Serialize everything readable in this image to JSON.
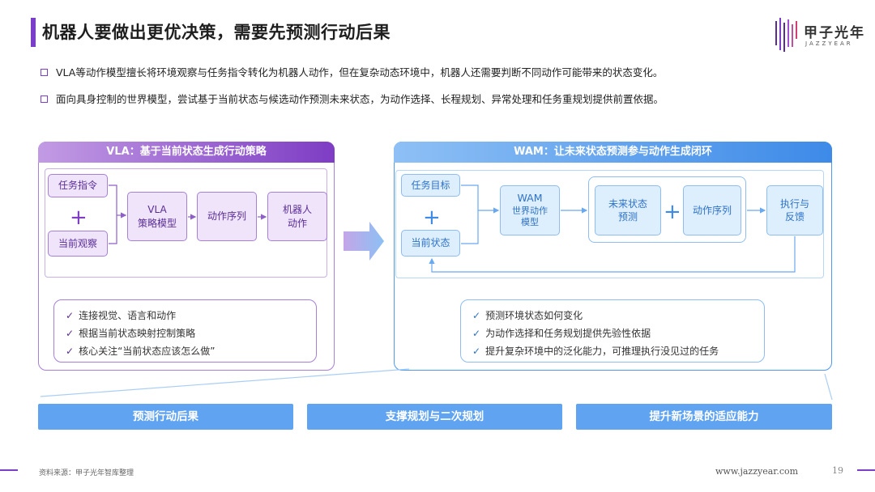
{
  "title": "机器人要做出更优决策，需要先预测行动后果",
  "logo": {
    "name": "甲子光年",
    "sub": "JAZZYEAR"
  },
  "bullets": [
    "VLA等动作模型擅长将环境观察与任务指令转化为机器人动作，但在复杂动态环境中，机器人还需要判断不同动作可能带来的状态变化。",
    "面向具身控制的世界模型，尝试基于当前状态与候选动作预测未来状态，为动作选择、长程规划、异常处理和任务重规划提供前置依据。"
  ],
  "vla": {
    "header": "VLA：基于当前状态生成行动策略",
    "task_instruction": "任务指令",
    "current_observation": "当前观察",
    "plus": "+",
    "model_line1": "VLA",
    "model_line2": "策略模型",
    "action_sequence": "动作序列",
    "robot_line1": "机器人",
    "robot_line2": "动作",
    "checks": [
      "连接视觉、语言和动作",
      "根据当前状态映射控制策略",
      "核心关注“当前状态应该怎么做”"
    ]
  },
  "wam": {
    "header": "WAM：让未来状态预测参与动作生成闭环",
    "task_goal": "任务目标",
    "current_state": "当前状态",
    "plus": "+",
    "model_line1": "WAM",
    "model_line2": "世界动作",
    "model_line3": "模型",
    "future_line1": "未来状态",
    "future_line2": "预测",
    "action_sequence": "动作序列",
    "exec_line1": "执行与",
    "exec_line2": "反馈",
    "checks": [
      "预测环境状态如何变化",
      "为动作选择和任务规划提供先验性依据",
      "提升复杂环境中的泛化能力，可推理执行没见过的任务"
    ]
  },
  "bottom": [
    "预测行动后果",
    "支撑规划与二次规划",
    "提升新场景的适应能力"
  ],
  "check_mark": "✓",
  "footer": {
    "source": "资料来源：甲子光年智库整理",
    "url": "www.jazzyear.com",
    "page": "19"
  },
  "colors": {
    "purple": "#7e3dc4",
    "blue": "#3d8ae8",
    "button_blue": "#5fa3f1"
  }
}
